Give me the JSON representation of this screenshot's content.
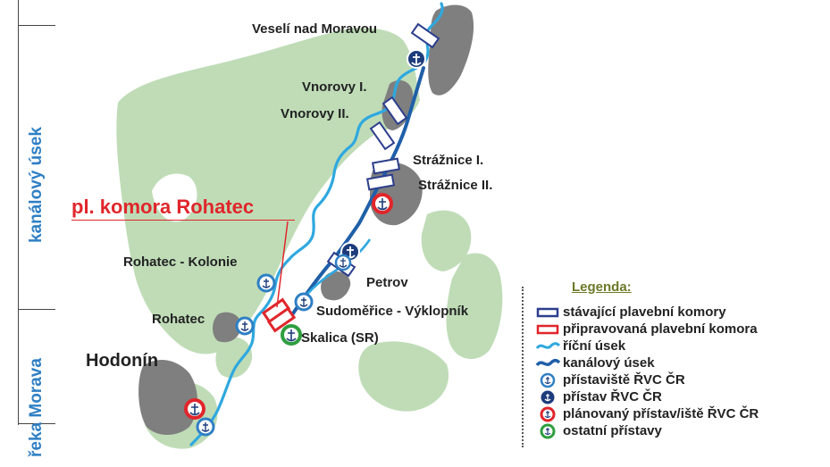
{
  "side_labels": {
    "canal": "kanálový úsek",
    "river": "řeka Morava"
  },
  "callout": "pl. komora Rohatec",
  "places": [
    {
      "id": "veseli",
      "label": "Veselí nad Moravou"
    },
    {
      "id": "vnorovy1",
      "label": "Vnorovy I."
    },
    {
      "id": "vnorovy2",
      "label": "Vnorovy II."
    },
    {
      "id": "straznice1",
      "label": "Strážnice I."
    },
    {
      "id": "straznice2",
      "label": "Strážnice II."
    },
    {
      "id": "rohatec-kolonie",
      "label": "Rohatec - Kolonie"
    },
    {
      "id": "petrov",
      "label": "Petrov"
    },
    {
      "id": "sudomerice",
      "label": "Sudoměřice - Výklopník"
    },
    {
      "id": "rohatec",
      "label": "Rohatec"
    },
    {
      "id": "skalica",
      "label": "Skalica (SR)"
    },
    {
      "id": "hodonin",
      "label": "Hodonín"
    }
  ],
  "legend": {
    "title": "Legenda:",
    "items": [
      {
        "symbol": "lock-existing",
        "label": "stávající plavební komory",
        "color": "#2c3e8c"
      },
      {
        "symbol": "lock-planned",
        "label": "připravovaná plavební komora",
        "color": "#e0262b"
      },
      {
        "symbol": "river-section",
        "label": "říční úsek",
        "color": "#2fa8df"
      },
      {
        "symbol": "canal-section",
        "label": "kanálový úsek",
        "color": "#1f5fa8"
      },
      {
        "symbol": "landing-rvc",
        "label": "přístaviště ŘVC ČR",
        "color": "#2f7fc4"
      },
      {
        "symbol": "port-rvc",
        "label": "přístav ŘVC ČR",
        "color": "#1d3c7c"
      },
      {
        "symbol": "planned-port",
        "label": "plánovaný přístav/iště ŘVC ČR",
        "color": "#e0262b"
      },
      {
        "symbol": "other-port",
        "label": "ostatní přístavy",
        "color": "#2e9e3e"
      }
    ]
  },
  "colors": {
    "forest": "#bfdcb7",
    "town": "#7f7f7f",
    "river": "#2fa8df",
    "canal": "#1f5fa8",
    "accent_red": "#e0262b"
  }
}
